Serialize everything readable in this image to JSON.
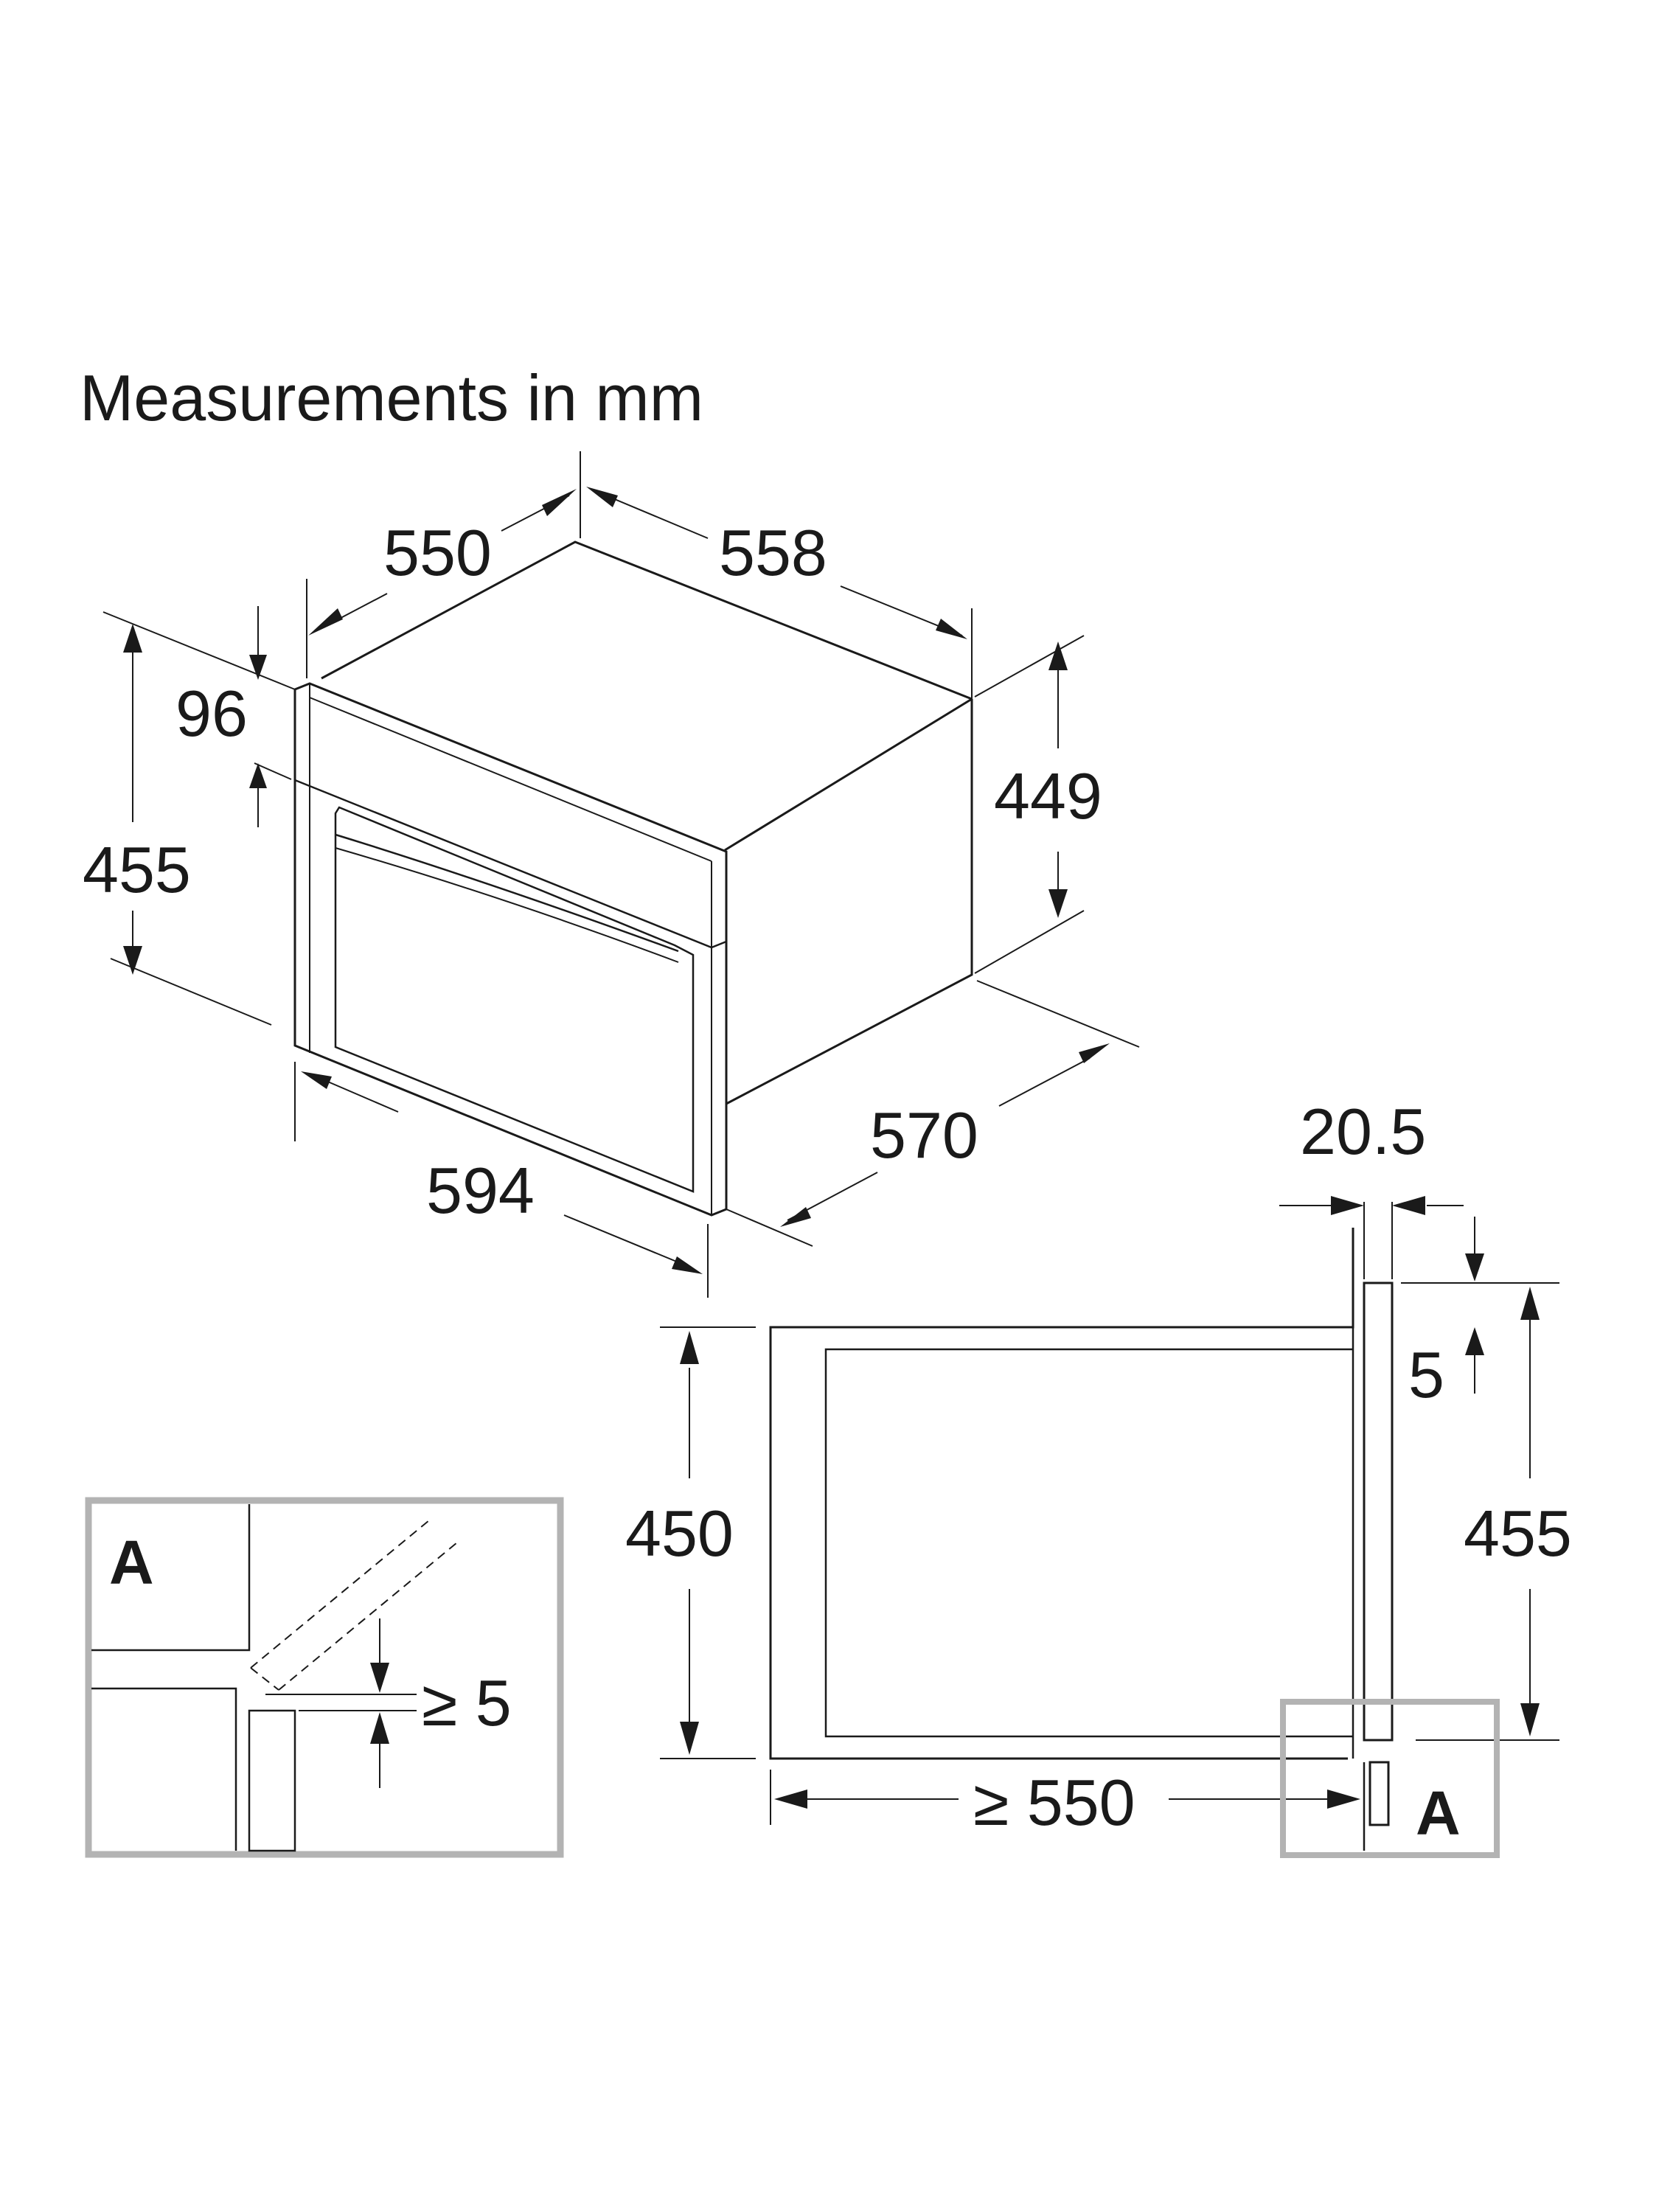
{
  "title": "Measurements in mm",
  "iso_view": {
    "depth_top_left": "550",
    "depth_top_right": "558",
    "front_height": "455",
    "panel_height": "96",
    "side_height": "449",
    "front_width": "594",
    "overall_depth": "570"
  },
  "side_view": {
    "front_thickness": "20.5",
    "top_offset": "5",
    "niche_height": "450",
    "overall_height": "455",
    "min_depth": "≥ 550",
    "detail_marker": "A"
  },
  "detail_a": {
    "label": "A",
    "min_gap": "≥ 5"
  },
  "colors": {
    "line": "#1a1a1a",
    "detail_frame": "#b3b3b3",
    "background": "#ffffff"
  }
}
